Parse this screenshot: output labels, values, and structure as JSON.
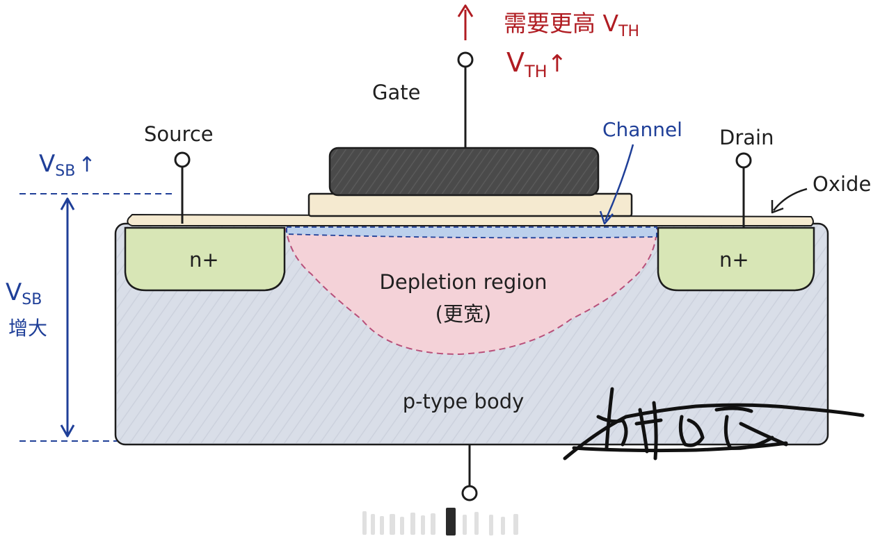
{
  "terminals": {
    "gate": "Gate",
    "source": "Source",
    "drain": "Drain"
  },
  "threshold": {
    "main": "需要更高 V",
    "main_sub": "TH",
    "vth": "V",
    "vth_sub": "TH",
    "arrow": "↑"
  },
  "vsb_top": {
    "v": "V",
    "sub": "SB",
    "arrow": "↑"
  },
  "vsb_side": {
    "v": "V",
    "sub": "SB",
    "text": "增大"
  },
  "labels": {
    "channel": "Channel",
    "oxide": "Oxide",
    "n_plus_left": "n+",
    "n_plus_right": "n+",
    "depletion": "Depletion region",
    "depletion_note": "(更宽)",
    "body": "p-type body"
  },
  "colors": {
    "body": "#d9dee8",
    "n_plus": "#d8e6b6",
    "depletion": "#f4d2d8",
    "depletion_edge": "#b8507a",
    "oxide": "#f5ead0",
    "gate": "#4a4a4a",
    "channel": "#bcd0ec",
    "annotation_red": "#b01c22",
    "annotation_blue": "#1f3f98"
  }
}
